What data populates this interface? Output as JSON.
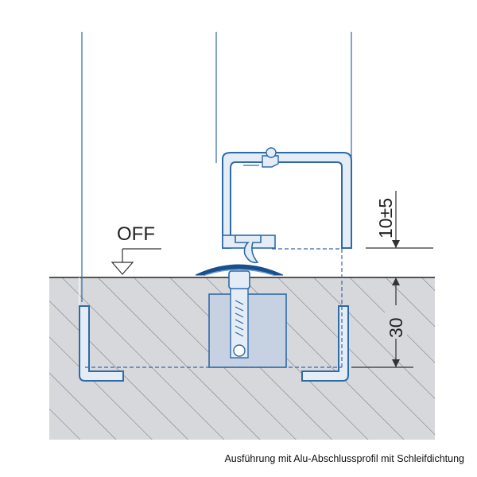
{
  "labels": {
    "off": "OFF",
    "dim_gap": "10±5",
    "dim_depth": "30"
  },
  "caption": "Ausführung mit Alu-Abschlussprofil mit Schleifdichtung",
  "colors": {
    "hatch_fill": "#d6d8dc",
    "hatch_line": "#6d7178",
    "profile_fill": "#e4ecf5",
    "profile_stroke": "#2f6aa8",
    "seal_blue": "#1a4f8e",
    "channel_fill": "#c6d2e2",
    "dash_line": "#3a66a8"
  }
}
